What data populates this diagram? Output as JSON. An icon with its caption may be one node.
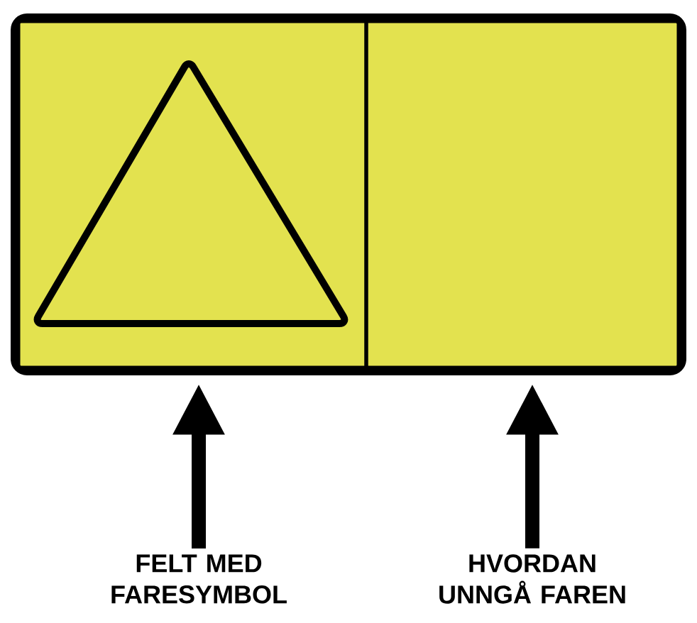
{
  "diagram": {
    "nodes": [
      {
        "text": [],
        "shape": "box"
      },
      {
        "text": [],
        "shape": "box",
        "in": 0
      },
      {
        "text": [],
        "shape": "box",
        "in": 0
      },
      {
        "text": [
          "FELT MED FARESYMBOL"
        ]
      },
      {
        "text": [
          "HVORDAN UNNGÅ FAREN"
        ]
      }
    ],
    "edges": [
      {
        "from": 3,
        "to": 1,
        "arrow": "to"
      },
      {
        "from": 4,
        "to": 2,
        "arrow": "to"
      }
    ]
  }
}
